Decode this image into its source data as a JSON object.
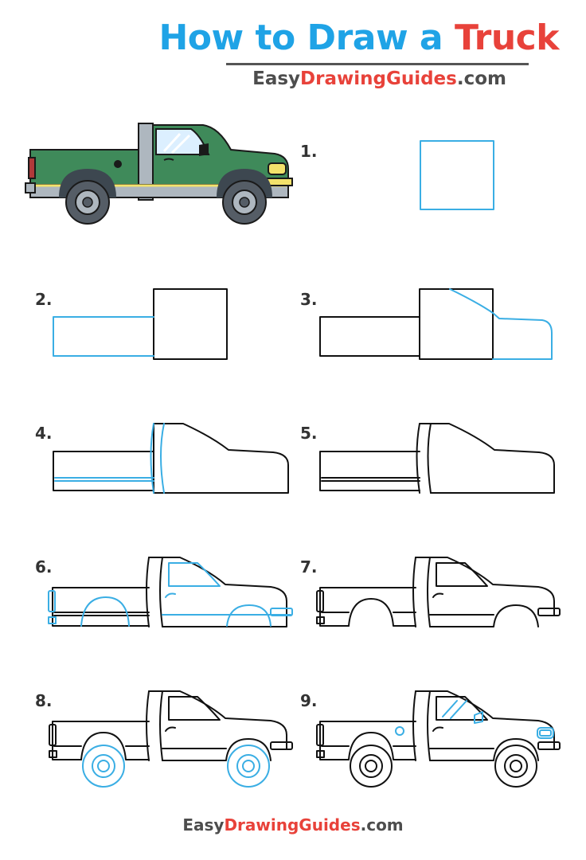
{
  "header": {
    "title_part1": "How to Draw a ",
    "title_part2": "Truck",
    "brand_part1": "Easy",
    "brand_part2": "DrawingGuides",
    "brand_part3": ".com"
  },
  "steps": [
    "1.",
    "2.",
    "3.",
    "4.",
    "5.",
    "6.",
    "7.",
    "8.",
    "9."
  ],
  "footer": {
    "brand_part1": "Easy",
    "brand_part2": "DrawingGuides",
    "brand_part3": ".com"
  },
  "colors": {
    "title_blue": "#1fa3e6",
    "title_red": "#e8423a",
    "brand_gray": "#4d4d4d",
    "guide_blue": "#3aaee4",
    "truck_green": "#3f8a5a",
    "truck_gray": "#aeb7bf"
  }
}
